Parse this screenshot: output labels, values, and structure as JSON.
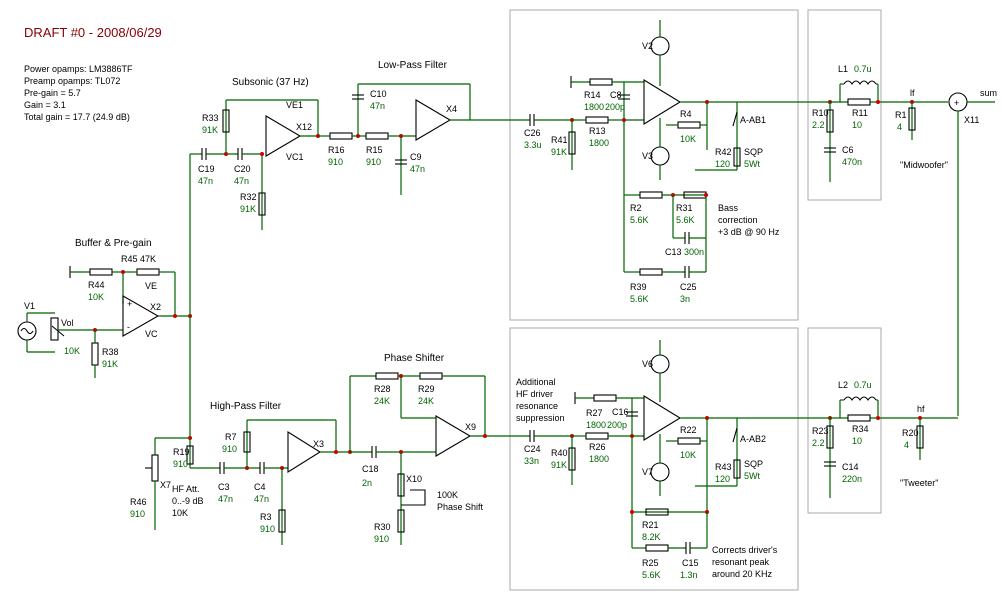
{
  "header": {
    "draft": "DRAFT #0 - 2008/06/29",
    "specs": [
      "Power opamps: LM3886TF",
      "Preamp opamps: TL072",
      "Pre-gain = 5.7",
      "Gain = 3.1",
      "Total gain = 17.7 (24.9 dB)"
    ]
  },
  "sections": {
    "subsonic": "Subsonic (37 Hz)",
    "lowpass": "Low-Pass Filter",
    "buffer": "Buffer & Pre-gain",
    "highpass": "High-Pass Filter",
    "phase": "Phase Shifter",
    "additional": [
      "Additional",
      "HF driver",
      "resonance",
      "suppression"
    ],
    "bass": [
      "Bass",
      "correction",
      "+3 dB @ 90 Hz"
    ],
    "corrects": [
      "Corrects driver's",
      "resonant peak",
      "around 20 KHz"
    ],
    "midwoofer": "\"Midwoofer\"",
    "tweeter": "\"Tweeter\"",
    "hf_att": [
      "HF Att.",
      "0..-9 dB",
      "10K"
    ],
    "phase_shift": [
      "100K",
      "Phase Shift"
    ]
  },
  "components": {
    "V1": "V1",
    "Vol": "Vol",
    "Vol_val": "10K",
    "R38": "R38",
    "R38_val": "91K",
    "R44": "R44",
    "R44_val": "10K",
    "R45": "R45 47K",
    "X2": "X2",
    "VE": "VE",
    "VC": "VC",
    "C19": "C19",
    "C19_val": "47n",
    "C20": "C20",
    "C20_val": "47n",
    "R33": "R33",
    "R33_val": "91K",
    "R32": "R32",
    "R32_val": "91K",
    "X12": "X12",
    "VE1": "VE1",
    "VC1": "VC1",
    "R16": "R16",
    "R16_val": "910",
    "R15": "R15",
    "R15_val": "910",
    "C10": "C10",
    "C10_val": "47n",
    "C9": "C9",
    "C9_val": "47n",
    "X4": "X4",
    "C26": "C26",
    "C26_val": "3.3u",
    "R14": "R14",
    "R14_val": "1800",
    "C8": "C8",
    "C8_val": "200p",
    "R41": "R41",
    "R41_val": "91K",
    "R13": "R13",
    "R13_val": "1800",
    "V2": "V2",
    "V3": "V3",
    "R4": "R4",
    "R4_val": "10K",
    "AAB1": "A-AB1",
    "R42": "R42",
    "R42_val": "120",
    "SQP": "SQP",
    "SQP_val": "5Wt",
    "R2": "R2",
    "R2_val": "5.6K",
    "R31": "R31",
    "R31_val": "5.6K",
    "C13": "C13",
    "C13_val": "300n",
    "R39": "R39",
    "R39_val": "5.6K",
    "C25": "C25",
    "C25_val": "3n",
    "L1": "L1",
    "L1_val": "0.7u",
    "R10": "R10",
    "R10_val": "2.2",
    "R11": "R11",
    "R11_val": "10",
    "C6": "C6",
    "C6_val": "470n",
    "lf": "lf",
    "R1": "R1",
    "R1_val": "4",
    "sum": "sum",
    "X11": "X11",
    "R19": "R19",
    "R19_val": "910",
    "R46": "R46",
    "R46_val": "910",
    "X7": "X7",
    "R7": "R7",
    "R7_val": "910",
    "C3": "C3",
    "C3_val": "47n",
    "C4": "C4",
    "C4_val": "47n",
    "R3": "R3",
    "R3_val": "910",
    "X3": "X3",
    "C18": "C18",
    "C18_val": "2n",
    "R28": "R28",
    "R28_val": "24K",
    "R29": "R29",
    "R29_val": "24K",
    "X9": "X9",
    "X10": "X10",
    "R30": "R30",
    "R30_val": "910",
    "C24": "C24",
    "C24_val": "33n",
    "R27": "R27",
    "R27_val": "1800",
    "C16": "C16",
    "C16_val": "200p",
    "R40": "R40",
    "R40_val": "91K",
    "R26": "R26",
    "R26_val": "1800",
    "V6": "V6",
    "V7": "V7",
    "R22": "R22",
    "R22_val": "10K",
    "AAB2": "A-AB2",
    "R43": "R43",
    "R43_val": "120",
    "R21": "R21",
    "R21_val": "8.2K",
    "R25": "R25",
    "R25_val": "5.6K",
    "C15": "C15",
    "C15_val": "1.3n",
    "L2": "L2",
    "L2_val": "0.7u",
    "R23": "R23",
    "R23_val": "2.2",
    "R34": "R34",
    "R34_val": "10",
    "C14": "C14",
    "C14_val": "220n",
    "hf": "hf",
    "R20": "R20",
    "R20_val": "4"
  }
}
